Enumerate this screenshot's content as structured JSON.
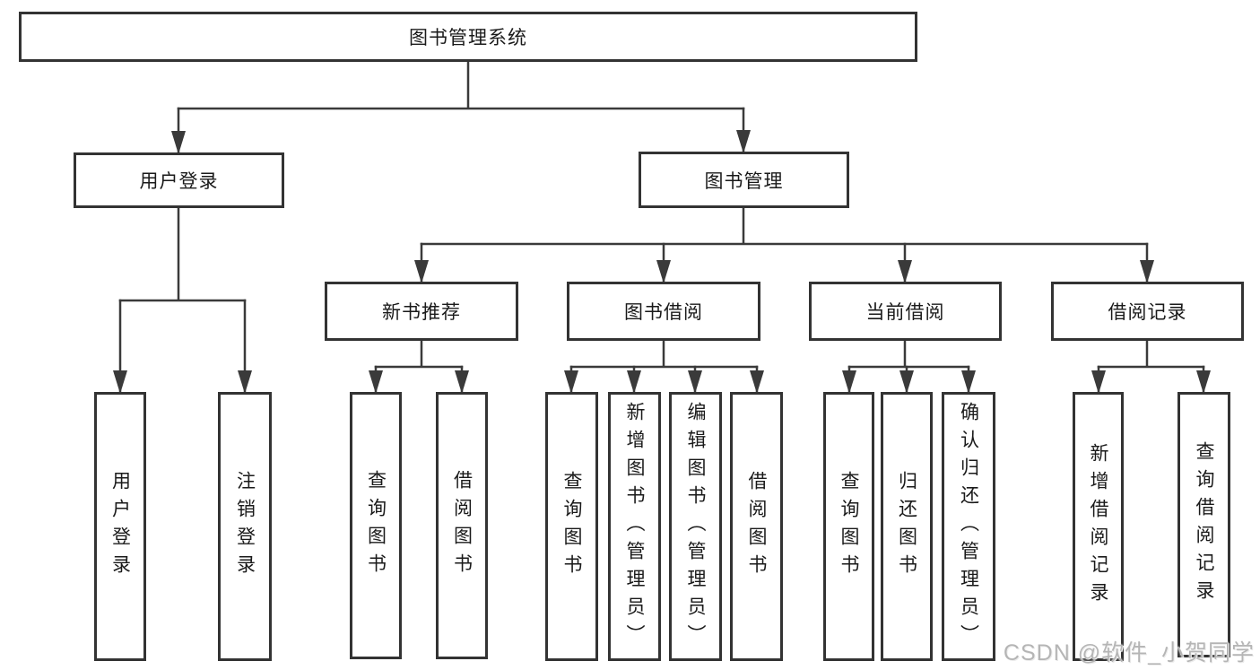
{
  "diagram_title": "图书管理系统",
  "tree": {
    "label": "图书管理系统",
    "children": [
      {
        "label": "用户登录",
        "children": [
          {
            "label": "用户登录"
          },
          {
            "label": "注销登录"
          }
        ]
      },
      {
        "label": "图书管理",
        "children": [
          {
            "label": "新书推荐",
            "children": [
              {
                "label": "查询图书"
              },
              {
                "label": "借阅图书"
              }
            ]
          },
          {
            "label": "图书借阅",
            "children": [
              {
                "label": "查询图书"
              },
              {
                "label": "新增图书（管理员）"
              },
              {
                "label": "编辑图书（管理员）"
              },
              {
                "label": "借阅图书"
              }
            ]
          },
          {
            "label": "当前借阅",
            "children": [
              {
                "label": "查询图书"
              },
              {
                "label": "归还图书"
              },
              {
                "label": "确认归还（管理员）"
              }
            ]
          },
          {
            "label": "借阅记录",
            "children": [
              {
                "label": "新增借阅记录"
              },
              {
                "label": "查询借阅记录"
              }
            ]
          }
        ]
      }
    ]
  },
  "watermark": {
    "text": "CSDN @软件_小贺同学"
  },
  "colors": {
    "background": "#ffffff",
    "box_border": "#333333",
    "connector_line": "#3a3a3a",
    "text": "#1a1a1a",
    "watermark_text": "#b5b5b5"
  }
}
